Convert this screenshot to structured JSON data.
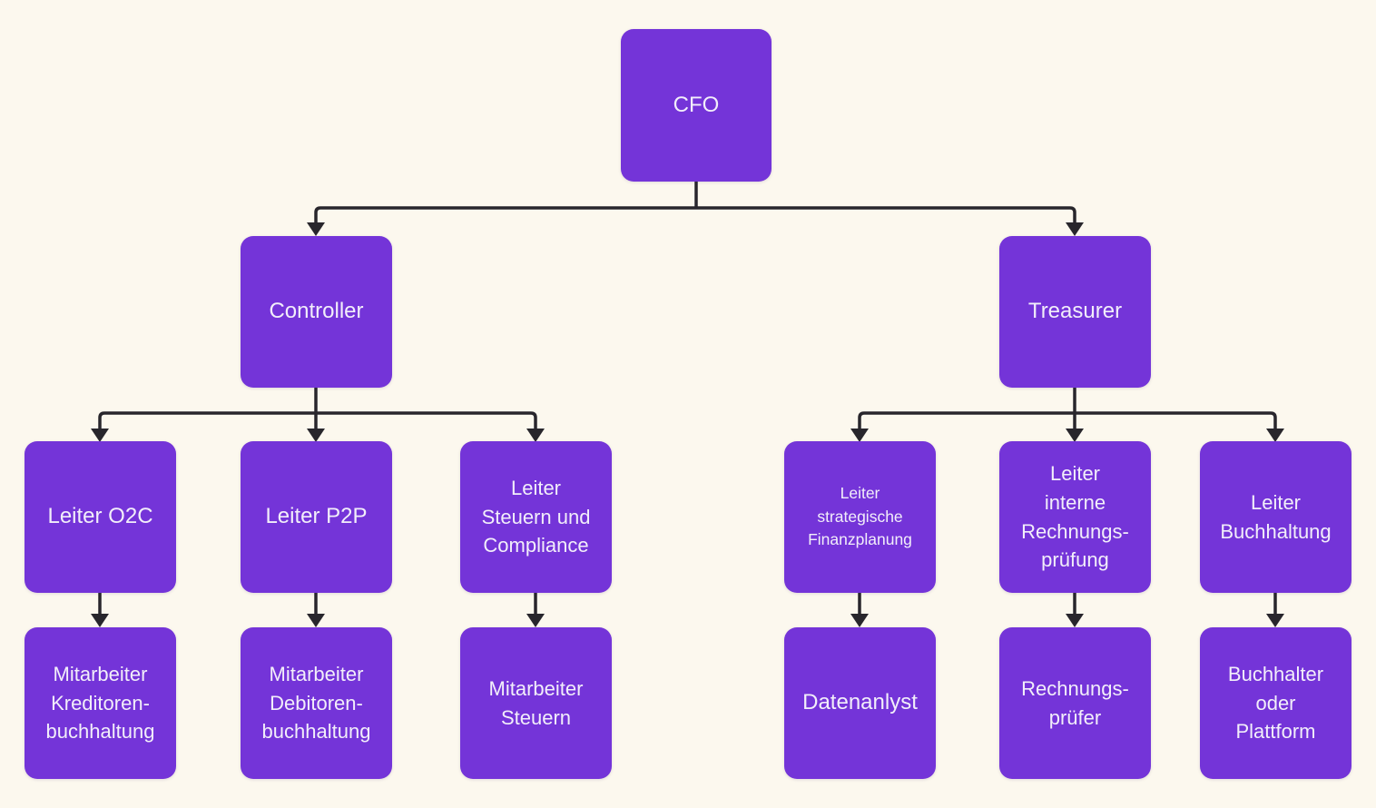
{
  "diagram": {
    "type": "org-chart",
    "colors": {
      "background": "#fcf8ee",
      "node_fill": "#7434d8",
      "node_text": "#f2eefa",
      "connector": "#28262c"
    },
    "nodes": {
      "cfo": {
        "label": "CFO"
      },
      "controller": {
        "label": "Controller"
      },
      "treasurer": {
        "label": "Treasurer"
      },
      "leiter_o2c": {
        "label": "Leiter O2C"
      },
      "leiter_p2p": {
        "label": "Leiter P2P"
      },
      "leiter_steuern_compliance": {
        "label": "Leiter\nSteuern und\nCompliance"
      },
      "leiter_strategische_finanzplanung": {
        "label": "Leiter\nstrategische\nFinanzplanung"
      },
      "leiter_interne_rechnungspruefung": {
        "label": "Leiter\ninterne\nRechnungs-\nprüfung"
      },
      "leiter_buchhaltung": {
        "label": "Leiter\nBuchhaltung"
      },
      "mitarbeiter_kreditorenbuchhaltung": {
        "label": "Mitarbeiter\nKreditoren-\nbuchhaltung"
      },
      "mitarbeiter_debitorenbuchhaltung": {
        "label": "Mitarbeiter\nDebitoren-\nbuchhaltung"
      },
      "mitarbeiter_steuern": {
        "label": "Mitarbeiter\nSteuern"
      },
      "datenanlyst": {
        "label": "Datenanlyst"
      },
      "rechnungspruefer": {
        "label": "Rechnungs-\nprüfer"
      },
      "buchhalter_oder_plattform": {
        "label": "Buchhalter\noder\nPlattform"
      }
    },
    "edges": [
      {
        "from": "cfo",
        "to": "controller"
      },
      {
        "from": "cfo",
        "to": "treasurer"
      },
      {
        "from": "controller",
        "to": "leiter_o2c"
      },
      {
        "from": "controller",
        "to": "leiter_p2p"
      },
      {
        "from": "controller",
        "to": "leiter_steuern_compliance"
      },
      {
        "from": "leiter_o2c",
        "to": "mitarbeiter_kreditorenbuchhaltung"
      },
      {
        "from": "leiter_p2p",
        "to": "mitarbeiter_debitorenbuchhaltung"
      },
      {
        "from": "leiter_steuern_compliance",
        "to": "mitarbeiter_steuern"
      },
      {
        "from": "treasurer",
        "to": "leiter_strategische_finanzplanung"
      },
      {
        "from": "treasurer",
        "to": "leiter_interne_rechnungspruefung"
      },
      {
        "from": "treasurer",
        "to": "leiter_buchhaltung"
      },
      {
        "from": "leiter_strategische_finanzplanung",
        "to": "datenanlyst"
      },
      {
        "from": "leiter_interne_rechnungspruefung",
        "to": "rechnungspruefer"
      },
      {
        "from": "leiter_buchhaltung",
        "to": "buchhalter_oder_plattform"
      }
    ]
  }
}
